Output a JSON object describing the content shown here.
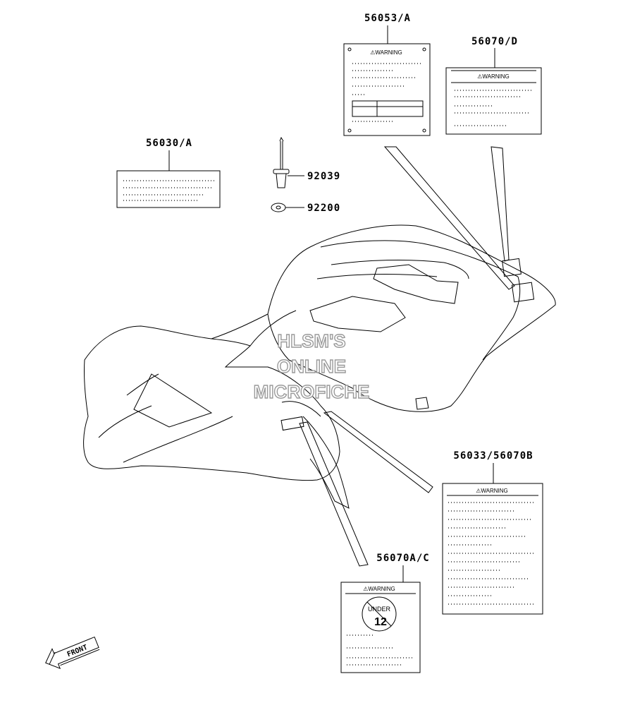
{
  "parts": {
    "label_56053": "56053/A",
    "label_56070d": "56070/D",
    "label_56030": "56030/A",
    "label_92039": "92039",
    "label_92200": "92200",
    "label_56033": "56033/56070B",
    "label_56070ac": "56070A/C"
  },
  "decals": {
    "warning_text": "⚠WARNING",
    "under_text": "UNDER",
    "age_text": "12"
  },
  "watermark": {
    "line1": "HLSM'S",
    "line2": "ONLINE",
    "line3": "MICROFICHE"
  },
  "arrow": {
    "front_text": "FRONT"
  }
}
